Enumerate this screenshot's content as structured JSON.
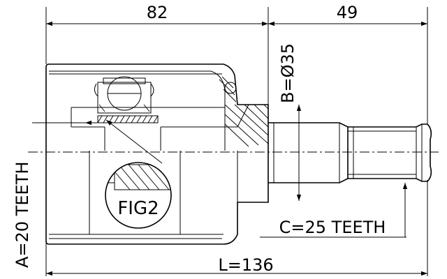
{
  "diagram": {
    "dims": {
      "body_length": "82",
      "shaft_length": "49",
      "diameter": "B=Ø35",
      "outer_teeth": "A=20 TEETH",
      "shaft_teeth": "C=25 TEETH",
      "total_length": "L=136"
    },
    "figure_label": "FIG2"
  }
}
